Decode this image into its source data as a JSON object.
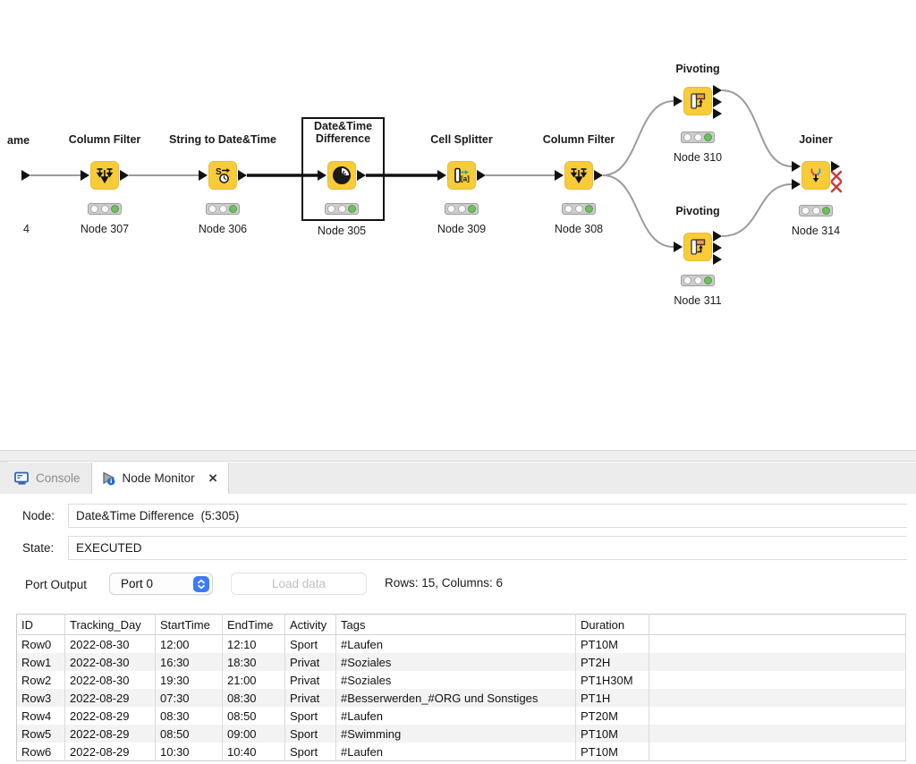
{
  "workflow": {
    "truncated_left_label": "ame",
    "truncated_left_number": "4",
    "nodes": [
      {
        "label": "Column Filter",
        "number": "Node 307"
      },
      {
        "label": "String to Date&Time",
        "number": "Node 306"
      },
      {
        "label": "Date&Time Difference",
        "number": "Node 305",
        "selected": true
      },
      {
        "label": "Cell Splitter",
        "number": "Node 309"
      },
      {
        "label": "Column Filter",
        "number": "Node 308"
      },
      {
        "label": "Pivoting",
        "number": "Node 310"
      },
      {
        "label": "Pivoting",
        "number": "Node 311"
      },
      {
        "label": "Joiner",
        "number": "Node 314"
      }
    ]
  },
  "panel": {
    "tabs": [
      {
        "label": "Console"
      },
      {
        "label": "Node Monitor"
      }
    ],
    "close_glyph": "✕",
    "node_label": "Node:",
    "node_value": "Date&Time Difference  (5:305)",
    "state_label": "State:",
    "state_value": "EXECUTED",
    "port_output_label": "Port Output",
    "port_select_value": "Port 0",
    "load_button_label": "Load data",
    "summary": "Rows: 15, Columns: 6"
  },
  "table": {
    "headers": [
      "ID",
      "Tracking_Day",
      "StartTime",
      "EndTime",
      "Activity",
      "Tags",
      "Duration",
      ""
    ],
    "rows": [
      [
        "Row0",
        "2022-08-30",
        "12:00",
        "12:10",
        "Sport",
        "#Laufen",
        "PT10M",
        ""
      ],
      [
        "Row1",
        "2022-08-30",
        "16:30",
        "18:30",
        "Privat",
        "#Soziales",
        "PT2H",
        ""
      ],
      [
        "Row2",
        "2022-08-30",
        "19:30",
        "21:00",
        "Privat",
        "#Soziales",
        "PT1H30M",
        ""
      ],
      [
        "Row3",
        "2022-08-29",
        "07:30",
        "08:30",
        "Privat",
        "#Besserwerden_#ORG und Sonstiges",
        "PT1H",
        ""
      ],
      [
        "Row4",
        "2022-08-29",
        "08:30",
        "08:50",
        "Sport",
        "#Laufen",
        "PT20M",
        ""
      ],
      [
        "Row5",
        "2022-08-29",
        "08:50",
        "09:00",
        "Sport",
        "#Swimming",
        "PT10M",
        ""
      ],
      [
        "Row6",
        "2022-08-29",
        "10:30",
        "10:40",
        "Sport",
        "#Laufen",
        "PT10M",
        ""
      ]
    ]
  },
  "colors": {
    "node_yellow": "#f8cc38",
    "traffic_green": "#6fbf5f",
    "wire_gray": "#9b9b9b",
    "selected_wire": "#111111",
    "inactive_port_red": "#c9403d",
    "accent_blue": "#3f7bf5"
  }
}
